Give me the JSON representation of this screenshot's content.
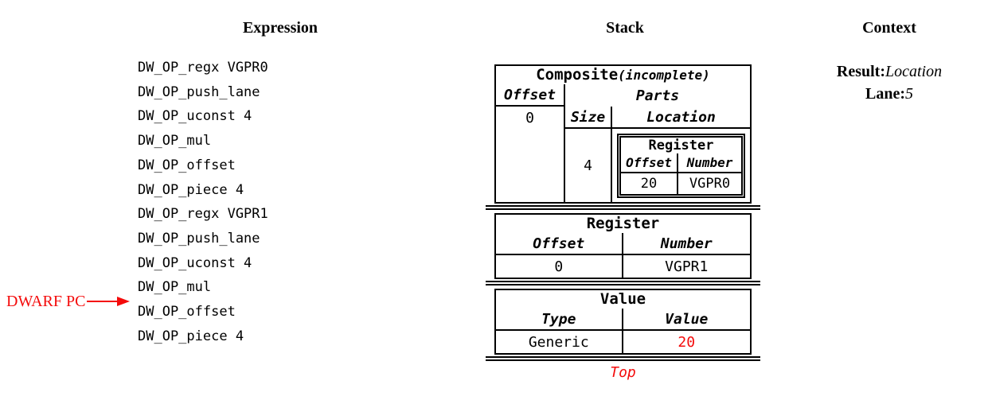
{
  "columns": {
    "expression": {
      "title": "Expression",
      "opcodes": [
        "DW_OP_regx VGPR0",
        "DW_OP_push_lane",
        "DW_OP_uconst 4",
        "DW_OP_mul",
        "DW_OP_offset",
        "DW_OP_piece 4",
        "DW_OP_regx VGPR1",
        "DW_OP_push_lane",
        "DW_OP_uconst 4",
        "DW_OP_mul",
        "DW_OP_offset",
        "DW_OP_piece 4"
      ],
      "pc_label": "DWARF PC",
      "pc_points_between": [
        "DW_OP_mul",
        "DW_OP_offset"
      ]
    },
    "stack": {
      "title": "Stack",
      "entries": [
        {
          "kind": "composite",
          "title": "Composite",
          "title_suffix": "(incomplete)",
          "offset_header": "Offset",
          "parts_header": "Parts",
          "offset_value": "0",
          "size_header": "Size",
          "location_header": "Location",
          "size_value": "4",
          "location": {
            "title": "Register",
            "offset_header": "Offset",
            "number_header": "Number",
            "offset_value": "20",
            "number_value": "VGPR0"
          }
        },
        {
          "kind": "register",
          "title": "Register",
          "col1_header": "Offset",
          "col2_header": "Number",
          "col1_value": "0",
          "col2_value": "VGPR1"
        },
        {
          "kind": "value",
          "title": "Value",
          "col1_header": "Type",
          "col2_header": "Value",
          "col1_value": "Generic",
          "col2_value": "20"
        }
      ],
      "top_label": "Top"
    },
    "context": {
      "title": "Context",
      "items": [
        {
          "label": "Result:",
          "value": "Location"
        },
        {
          "label": "Lane:",
          "value": "5"
        }
      ]
    }
  },
  "colors": {
    "accent_red": "#f40b0b",
    "text": "#000000",
    "background": "#ffffff"
  }
}
